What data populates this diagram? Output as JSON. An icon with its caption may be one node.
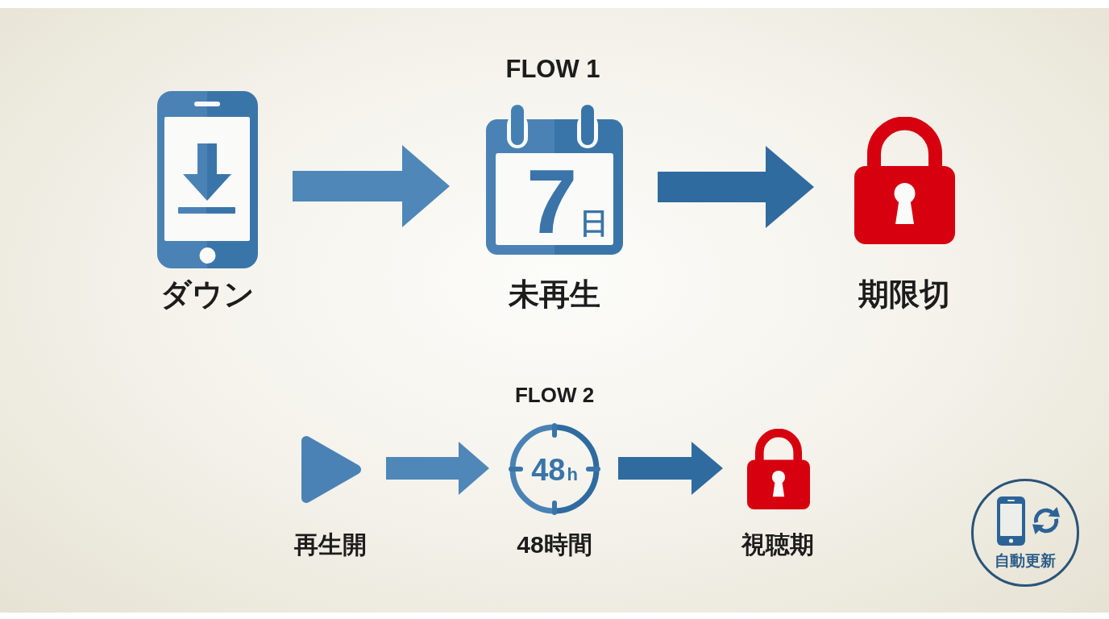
{
  "diagram": {
    "nodes": [
      {
        "text": [],
        "shape": "picture",
        "beside": [
          "ダウン"
        ]
      },
      {
        "text": [
          "7",
          "日"
        ],
        "beside": [
          "未再生"
        ]
      },
      {
        "text": [],
        "shape": "picture",
        "beside": [
          "期限切"
        ]
      },
      {
        "text": [],
        "shape": "triangle",
        "beside": [
          "再生開"
        ]
      },
      {
        "text": [
          "48",
          "h"
        ],
        "beside": [
          "48時間"
        ]
      },
      {
        "text": [],
        "shape": "picture",
        "beside": [
          "視聴期"
        ]
      },
      {
        "text": [
          "自動更新"
        ]
      }
    ],
    "edges": [
      {
        "from": 0,
        "to": 1,
        "arrow": "to",
        "color": "#4f87b8"
      },
      {
        "from": 1,
        "to": 2,
        "arrow": "to",
        "color": "#2f6b9f"
      },
      {
        "from": 3,
        "to": 4,
        "arrow": "to",
        "color": "#4f87b8"
      },
      {
        "from": 4,
        "to": 5,
        "arrow": "to",
        "color": "#2f6b9f"
      }
    ],
    "labels": [
      "FLOW 1",
      "FLOW 2"
    ]
  }
}
